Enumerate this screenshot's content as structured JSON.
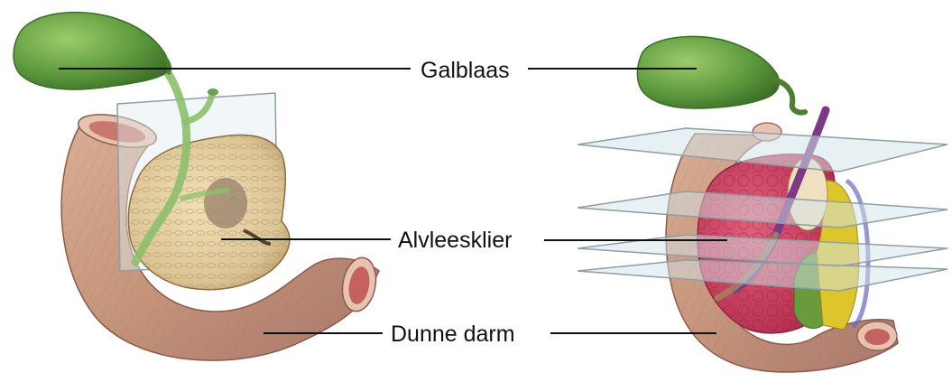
{
  "labels": {
    "gallbladder": "Galblaas",
    "pancreas": "Alvleesklier",
    "small_intestine": "Dunne darm"
  },
  "colors": {
    "gallbladder": "#5e9a3e",
    "intestine": "#c99a82",
    "pancreas_tissue": "#e2cfa3",
    "pancreas_red": "#cc3a5c",
    "pancreas_yellow": "#dcc62c",
    "pancreas_green": "#6a9a3c",
    "duct": "#7c3a86",
    "planes": "#d4e4ea",
    "lines": "#111111"
  }
}
